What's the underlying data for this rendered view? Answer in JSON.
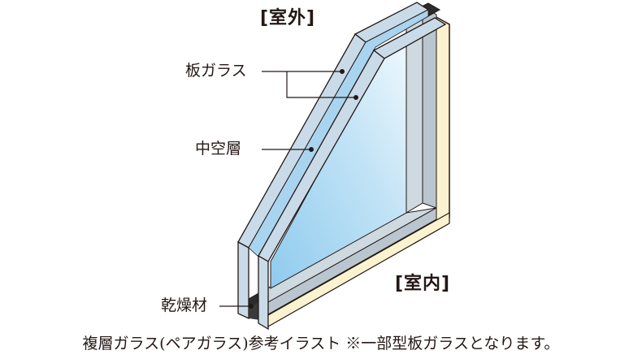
{
  "diagram": {
    "title": "複層ガラス(ペアガラス)参考イラスト",
    "outside_label": "[室外]",
    "inside_label": "[室内]",
    "callouts": [
      {
        "label": "板ガラス",
        "targets": [
          "outer-glass-pane",
          "inner-glass-pane"
        ]
      },
      {
        "label": "中空層",
        "targets": [
          "air-gap"
        ]
      },
      {
        "label": "乾燥材",
        "targets": [
          "desiccant"
        ]
      }
    ],
    "caption": "複層ガラス(ペアガラス)参考イラスト ※一部型板ガラスとなります。",
    "colors": {
      "glass_edge": "#c9dbe8",
      "glass_face": "#a9d4ef",
      "glass_light": "#e3f2fb",
      "spacer": "#b9c6cf",
      "frame": "#fbf3cf",
      "desiccant": "#2b2b2b",
      "outline": "#231815"
    }
  }
}
